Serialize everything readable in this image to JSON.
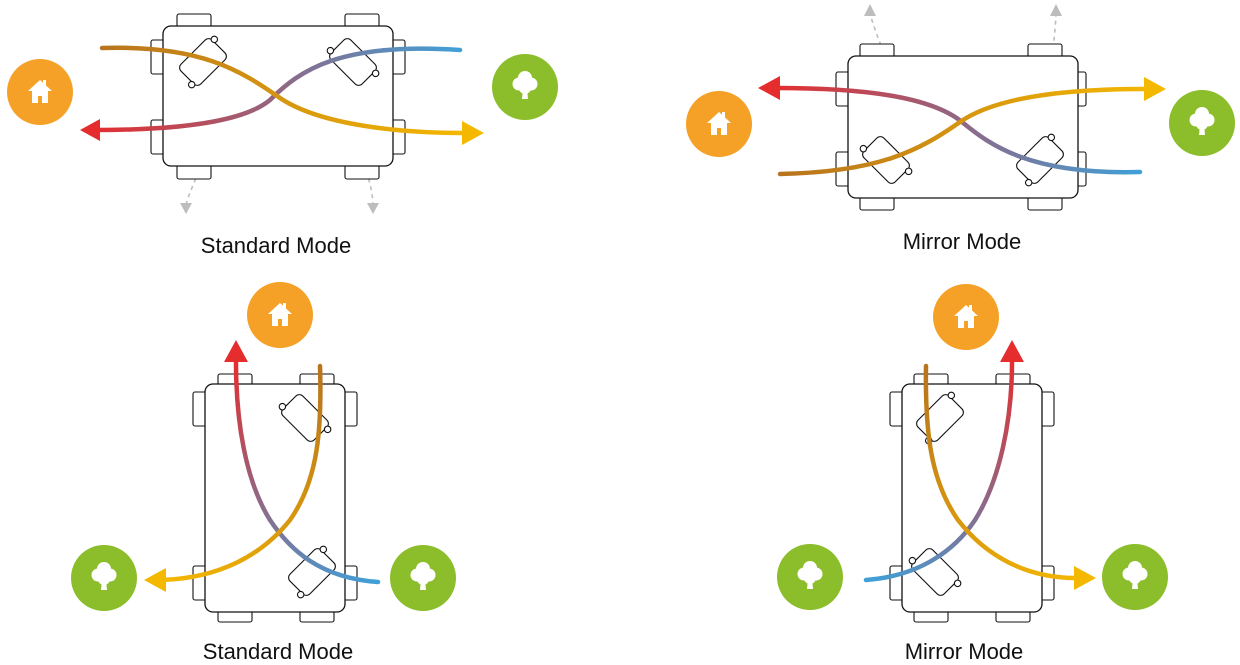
{
  "colors": {
    "supply_warm": "#e52d2d",
    "outdoor_fresh": "#f5b800",
    "exhaust_cool": "#3fa0d8",
    "extract_mixed": "#b8741e",
    "home_badge": "#f5a127",
    "tree_badge": "#8cbd2a",
    "condensate_duct": "#bdbdbd"
  },
  "icons": {
    "home": "home-icon",
    "outdoor": "tree-icon"
  },
  "panels": [
    {
      "caption": "Standard Mode",
      "orientation": "horizontal",
      "mirrored": false
    },
    {
      "caption": "Mirror Mode",
      "orientation": "horizontal",
      "mirrored": true
    },
    {
      "caption": "Standard Mode",
      "orientation": "vertical",
      "mirrored": false
    },
    {
      "caption": "Mirror Mode",
      "orientation": "vertical",
      "mirrored": true
    }
  ]
}
